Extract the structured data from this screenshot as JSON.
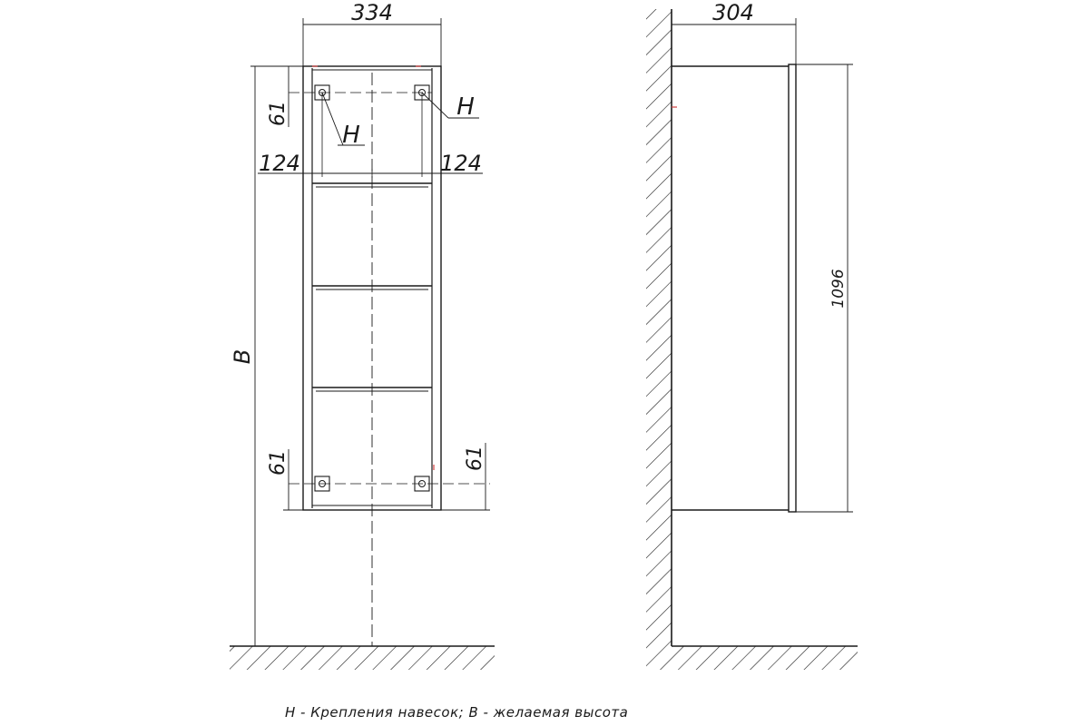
{
  "front_view": {
    "width_label": "334",
    "hole_vertical_top_label": "61",
    "hole_vertical_bottom_left_label": "61",
    "hole_vertical_bottom_right_label": "61",
    "hole_horizontal_left_label": "124",
    "hole_horizontal_right_label": "124",
    "mount_label_left": "Н",
    "mount_label_right": "Н",
    "height_label": "В"
  },
  "side_view": {
    "depth_label": "304",
    "height_label": "1096"
  },
  "legend": {
    "text": "Н - Крепления навесок; В - желаемая высота"
  }
}
